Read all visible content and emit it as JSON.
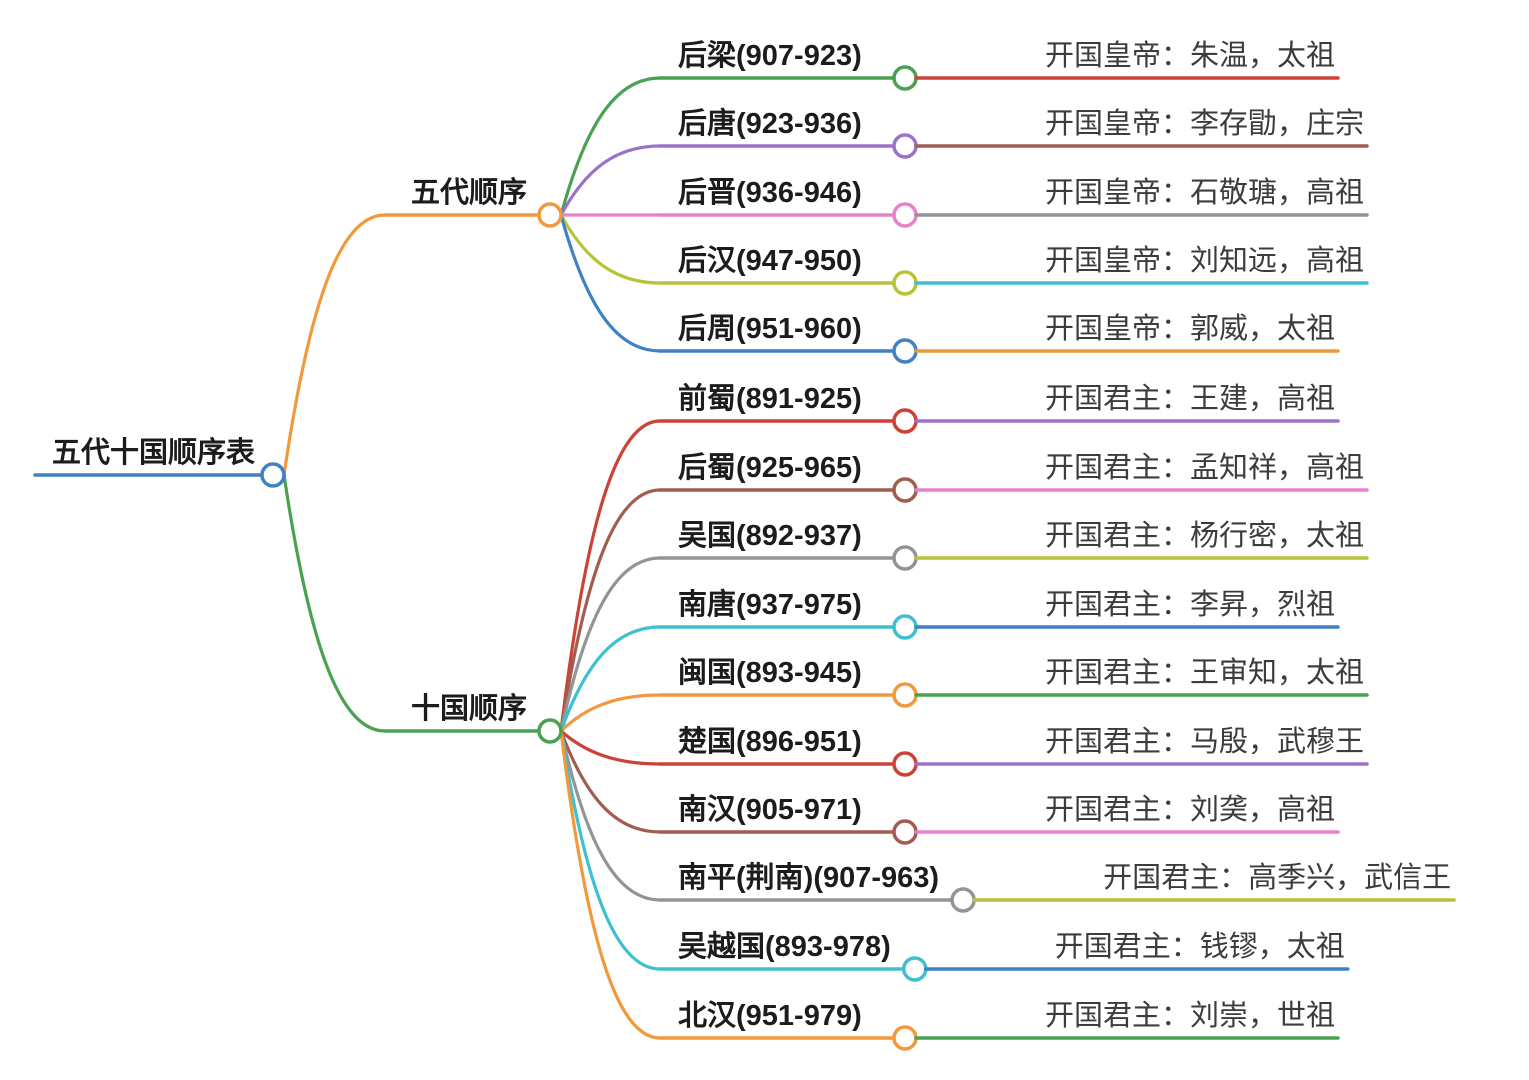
{
  "root": {
    "label": "五代十国顺序表",
    "edge": "blue"
  },
  "palette": {
    "blue": "#3e82c4",
    "orange": "#f2993d",
    "green": "#4ba152",
    "purple": "#9b72c8",
    "pink": "#e682cb",
    "yellow_green": "#b7c437",
    "red": "#cc4238",
    "brown": "#a25c50",
    "gray": "#949494",
    "cyan": "#3ec0d0",
    "topic_text": "#1c1c1c",
    "leaf_text": "#3c3c3c",
    "background": "#ffffff"
  },
  "branches": [
    {
      "label": "五代顺序",
      "edge": "orange",
      "children": [
        {
          "label": "后梁(907-923)",
          "edge": "green",
          "leaf_label": "开国皇帝：朱温，太祖",
          "leaf_edge": "red"
        },
        {
          "label": "后唐(923-936)",
          "edge": "purple",
          "leaf_label": "开国皇帝：李存勖，庄宗",
          "leaf_edge": "brown"
        },
        {
          "label": "后晋(936-946)",
          "edge": "pink",
          "leaf_label": "开国皇帝：石敬瑭，高祖",
          "leaf_edge": "gray"
        },
        {
          "label": "后汉(947-950)",
          "edge": "yellow_green",
          "leaf_label": "开国皇帝：刘知远，高祖",
          "leaf_edge": "cyan"
        },
        {
          "label": "后周(951-960)",
          "edge": "blue",
          "leaf_label": "开国皇帝：郭威，太祖",
          "leaf_edge": "orange"
        }
      ]
    },
    {
      "label": "十国顺序",
      "edge": "green",
      "children": [
        {
          "label": "前蜀(891-925)",
          "edge": "red",
          "leaf_label": "开国君主：王建，高祖",
          "leaf_edge": "purple"
        },
        {
          "label": "后蜀(925-965)",
          "edge": "brown",
          "leaf_label": "开国君主：孟知祥，高祖",
          "leaf_edge": "pink"
        },
        {
          "label": "吴国(892-937)",
          "edge": "gray",
          "leaf_label": "开国君主：杨行密，太祖",
          "leaf_edge": "yellow_green"
        },
        {
          "label": "南唐(937-975)",
          "edge": "cyan",
          "leaf_label": "开国君主：李昇，烈祖",
          "leaf_edge": "blue"
        },
        {
          "label": "闽国(893-945)",
          "edge": "orange",
          "leaf_label": "开国君主：王审知，太祖",
          "leaf_edge": "green"
        },
        {
          "label": "楚国(896-951)",
          "edge": "red",
          "leaf_label": "开国君主：马殷，武穆王",
          "leaf_edge": "purple"
        },
        {
          "label": "南汉(905-971)",
          "edge": "brown",
          "leaf_label": "开国君主：刘䶮，高祖",
          "leaf_edge": "pink"
        },
        {
          "label": "南平(荆南)(907-963)",
          "edge": "gray",
          "leaf_label": "开国君主：高季兴，武信王",
          "leaf_edge": "yellow_green"
        },
        {
          "label": "吴越国(893-978)",
          "edge": "cyan",
          "leaf_label": "开国君主：钱镠，太祖",
          "leaf_edge": "blue"
        },
        {
          "label": "北汉(951-979)",
          "edge": "orange",
          "leaf_label": "开国君主：刘崇，世祖",
          "leaf_edge": "green"
        }
      ]
    }
  ]
}
